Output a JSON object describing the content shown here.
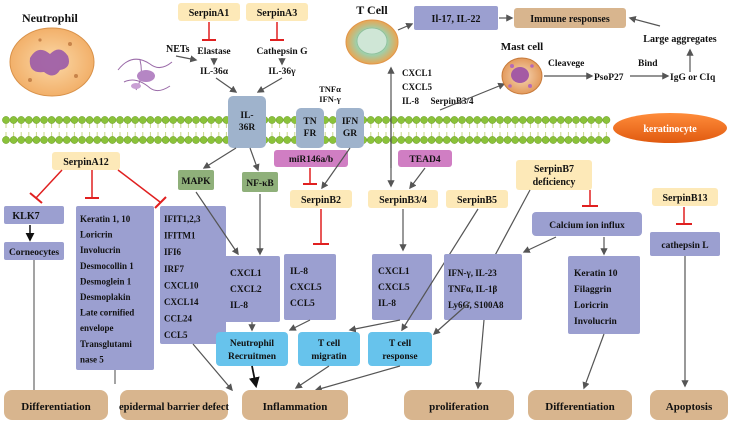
{
  "cells": {
    "neutrophil": "Neutrophil",
    "nets": "NETs",
    "t_cell": "T Cell",
    "mast_cell": "Mast cell",
    "keratinocyte": "keratinocyte"
  },
  "top": {
    "serpina1": "SerpinA1",
    "serpina3": "SerpinA3",
    "elastase": "Elastase",
    "cathepsin_g": "Cathepsin G",
    "il36a": "IL-36α",
    "il36g": "IL-36γ",
    "tnfa": "TNFα",
    "ifng": "IFN-γ",
    "il17": "Il-17, IL-22",
    "immune": "Immune responses",
    "large_agg": "Large aggregates",
    "cxcl_top": [
      "CXCL1",
      "CXCL5",
      "IL-8"
    ],
    "serpinb34_top": "SerpinB3/4",
    "cleavege": "Cleavege",
    "psop27": "PsoP27",
    "bind": "Bind",
    "igg": "IgG  or CIq"
  },
  "receptors": {
    "il36r": [
      "IL-",
      "36R"
    ],
    "tnfr": [
      "TN",
      "FR"
    ],
    "ifngr": [
      "IFN",
      "GR"
    ]
  },
  "middle": {
    "mapk": "MAPK",
    "nfkb": "NF-κB",
    "mir146": "miR146a/b",
    "tead4": "TEAD4",
    "serpina12": "SerpinA12",
    "serpinb2": "SerpinB2",
    "serpinb34": "SerpinB3/4",
    "serpinb5": "SerpinB5",
    "serpinb7": [
      "SerpinB7",
      "deficiency"
    ],
    "serpinb13": "SerpinB13",
    "calcium": "Calcium ion influx",
    "cathepsin_l": "cathepsin L",
    "klk7": "KLK7",
    "corneocytes": "Corneocytes"
  },
  "lists": {
    "keratin": [
      "Keratin 1, 10",
      "Loricrin",
      "Involucrin",
      "Desmocollin 1",
      "Desmoglein 1",
      "Desmoplakin",
      "Late cornified",
      "envelope",
      "Transglutami",
      "nase 5"
    ],
    "ifit": [
      "IFIT1,2,3",
      "IFITM1",
      "IFI6",
      "IRF7",
      "CXCL10",
      "CXCL14",
      "CCL24",
      "CCL5"
    ],
    "cxcl_a": [
      "CXCL1",
      "CXCL2",
      "IL-8"
    ],
    "il8_b": [
      "IL-8",
      "CXCL5",
      "CCL5"
    ],
    "cxcl_c": [
      "CXCL1",
      "CXCL5",
      "IL-8"
    ],
    "ifn_b7": [
      "IFN-γ,  IL-23",
      "TNFα, IL-1β",
      "Ly6G, S100A8"
    ],
    "keratin10": [
      "Keratin 10",
      "Filaggrin",
      "Loricrin",
      "Involucrin"
    ]
  },
  "responses": {
    "neutrophil_recruit": [
      "Neutrophil",
      "Recruitmen"
    ],
    "tcell_migratin": [
      "T cell",
      "migratin"
    ],
    "tcell_response": [
      "T cell",
      "response"
    ]
  },
  "outcomes": {
    "differentiation1": "Differentiation",
    "barrier": "epidermal barrier defect",
    "inflammation": "Inflammation",
    "proliferation": "proliferation",
    "differentiation2": "Differentiation",
    "apoptosis": "Apoptosis"
  },
  "colors": {
    "serpin_box": "#fde9b8",
    "purple_box": "#9b9fd0",
    "green_box": "#8fb07a",
    "pink_box": "#d07ec3",
    "cyan_box": "#67c3ec",
    "outcome": "#d8b58e",
    "inhibit": "#e02020",
    "arrow": "#555555",
    "membrane": "#8ac23a",
    "kera": "#f06a1a",
    "receptor": "#9fb3cc"
  }
}
